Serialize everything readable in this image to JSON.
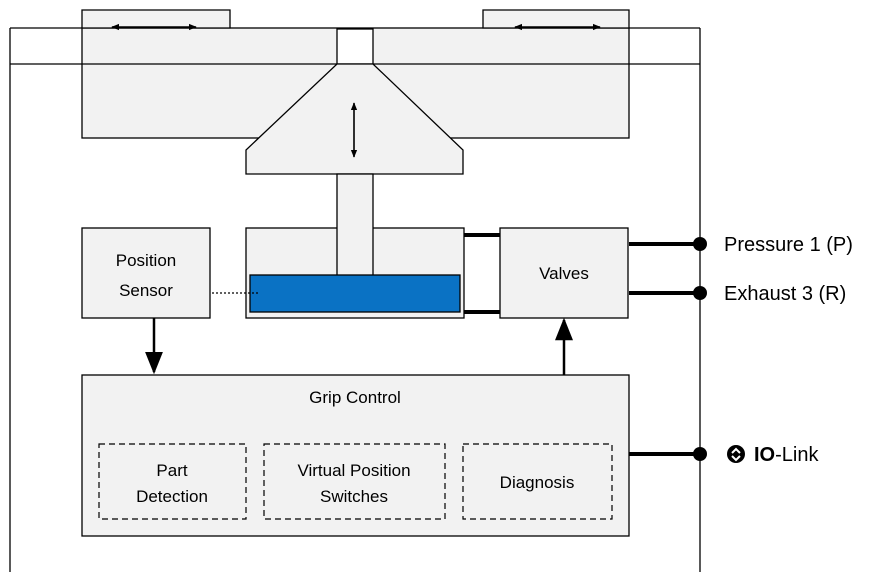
{
  "colors": {
    "piston": "#0a72c4",
    "box_fill": "#f2f2f2",
    "line": "#000000"
  },
  "labels": {
    "position_sensor_1": "Position",
    "position_sensor_2": "Sensor",
    "valves": "Valves",
    "grip_control": "Grip Control",
    "part_detection_1": "Part",
    "part_detection_2": "Detection",
    "virtual_switches_1": "Virtual Position",
    "virtual_switches_2": "Switches",
    "diagnosis": "Diagnosis",
    "pressure_port": "Pressure 1 (P)",
    "exhaust_port": "Exhaust 3 (R)",
    "io_link_bold": "IO",
    "io_link_rest": "-Link"
  },
  "icons": {
    "io_link_logo": "io-link-icon",
    "motion_arrows": "double-arrow-icon"
  }
}
